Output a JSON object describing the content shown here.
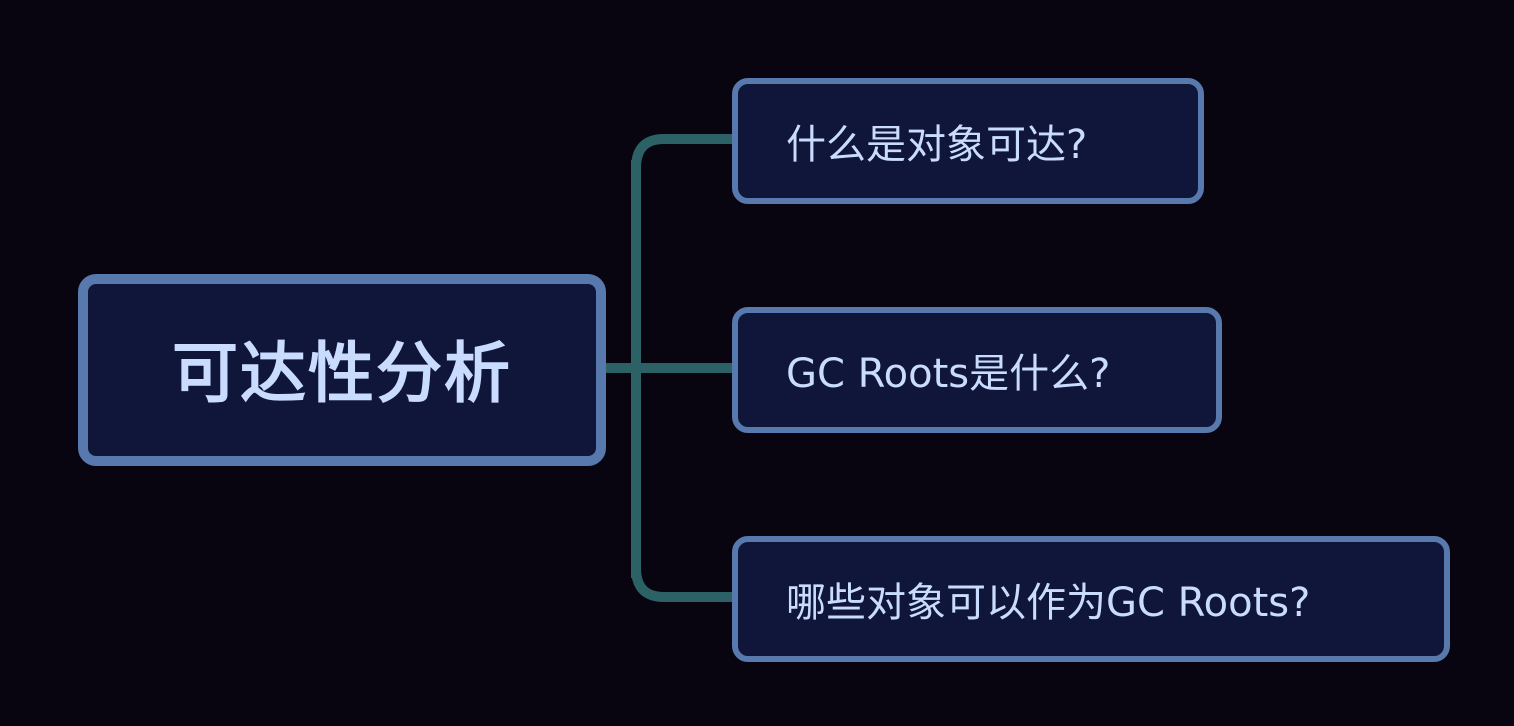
{
  "mindmap": {
    "root": {
      "label": "可达性分析"
    },
    "children": [
      {
        "label": "什么是对象可达?"
      },
      {
        "label": "GC Roots是什么?"
      },
      {
        "label": "哪些对象可以作为GC Roots?"
      }
    ]
  },
  "colors": {
    "background": "#080410",
    "node_fill": "#10163a",
    "node_border": "#5779ad",
    "connector": "#2c6266",
    "text": "#c9dcff"
  }
}
